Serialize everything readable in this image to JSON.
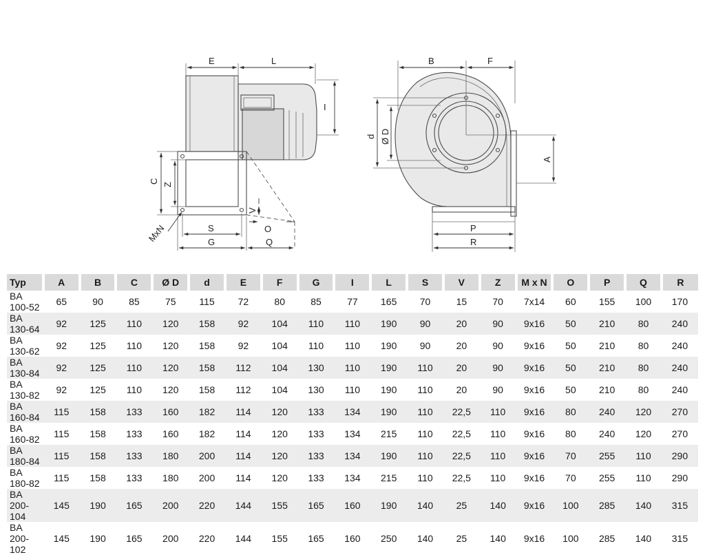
{
  "drawing": {
    "labels": {
      "E": "E",
      "L": "L",
      "I": "I",
      "C": "C",
      "Z": "Z",
      "V": "V",
      "MxN": "MxN",
      "S": "S",
      "G": "G",
      "O": "O",
      "Q": "Q",
      "B": "B",
      "F": "F",
      "d": "d",
      "D": "Ø D",
      "A": "A",
      "P": "P",
      "R": "R"
    }
  },
  "table": {
    "columns": [
      "Typ",
      "A",
      "B",
      "C",
      "Ø D",
      "d",
      "E",
      "F",
      "G",
      "I",
      "L",
      "S",
      "V",
      "Z",
      "M x N",
      "O",
      "P",
      "Q",
      "R"
    ],
    "rows": [
      [
        "BA 100-52",
        "65",
        "90",
        "85",
        "75",
        "115",
        "72",
        "80",
        "85",
        "77",
        "165",
        "70",
        "15",
        "70",
        "7x14",
        "60",
        "155",
        "100",
        "170"
      ],
      [
        "BA 130-64",
        "92",
        "125",
        "110",
        "120",
        "158",
        "92",
        "104",
        "110",
        "110",
        "190",
        "90",
        "20",
        "90",
        "9x16",
        "50",
        "210",
        "80",
        "240"
      ],
      [
        "BA 130-62",
        "92",
        "125",
        "110",
        "120",
        "158",
        "92",
        "104",
        "110",
        "110",
        "190",
        "90",
        "20",
        "90",
        "9x16",
        "50",
        "210",
        "80",
        "240"
      ],
      [
        "BA 130-84",
        "92",
        "125",
        "110",
        "120",
        "158",
        "112",
        "104",
        "130",
        "110",
        "190",
        "110",
        "20",
        "90",
        "9x16",
        "50",
        "210",
        "80",
        "240"
      ],
      [
        "BA 130-82",
        "92",
        "125",
        "110",
        "120",
        "158",
        "112",
        "104",
        "130",
        "110",
        "190",
        "110",
        "20",
        "90",
        "9x16",
        "50",
        "210",
        "80",
        "240"
      ],
      [
        "BA 160-84",
        "115",
        "158",
        "133",
        "160",
        "182",
        "114",
        "120",
        "133",
        "134",
        "190",
        "110",
        "22,5",
        "110",
        "9x16",
        "80",
        "240",
        "120",
        "270"
      ],
      [
        "BA 160-82",
        "115",
        "158",
        "133",
        "160",
        "182",
        "114",
        "120",
        "133",
        "134",
        "215",
        "110",
        "22,5",
        "110",
        "9x16",
        "80",
        "240",
        "120",
        "270"
      ],
      [
        "BA 180-84",
        "115",
        "158",
        "133",
        "180",
        "200",
        "114",
        "120",
        "133",
        "134",
        "190",
        "110",
        "22,5",
        "110",
        "9x16",
        "70",
        "255",
        "110",
        "290"
      ],
      [
        "BA 180-82",
        "115",
        "158",
        "133",
        "180",
        "200",
        "114",
        "120",
        "133",
        "134",
        "215",
        "110",
        "22,5",
        "110",
        "9x16",
        "70",
        "255",
        "110",
        "290"
      ],
      [
        "BA 200-104",
        "145",
        "190",
        "165",
        "200",
        "220",
        "144",
        "155",
        "165",
        "160",
        "190",
        "140",
        "25",
        "140",
        "9x16",
        "100",
        "285",
        "140",
        "315"
      ],
      [
        "BA 200-102",
        "145",
        "190",
        "165",
        "200",
        "220",
        "144",
        "155",
        "165",
        "160",
        "250",
        "140",
        "25",
        "140",
        "9x16",
        "100",
        "285",
        "140",
        "315"
      ]
    ]
  }
}
